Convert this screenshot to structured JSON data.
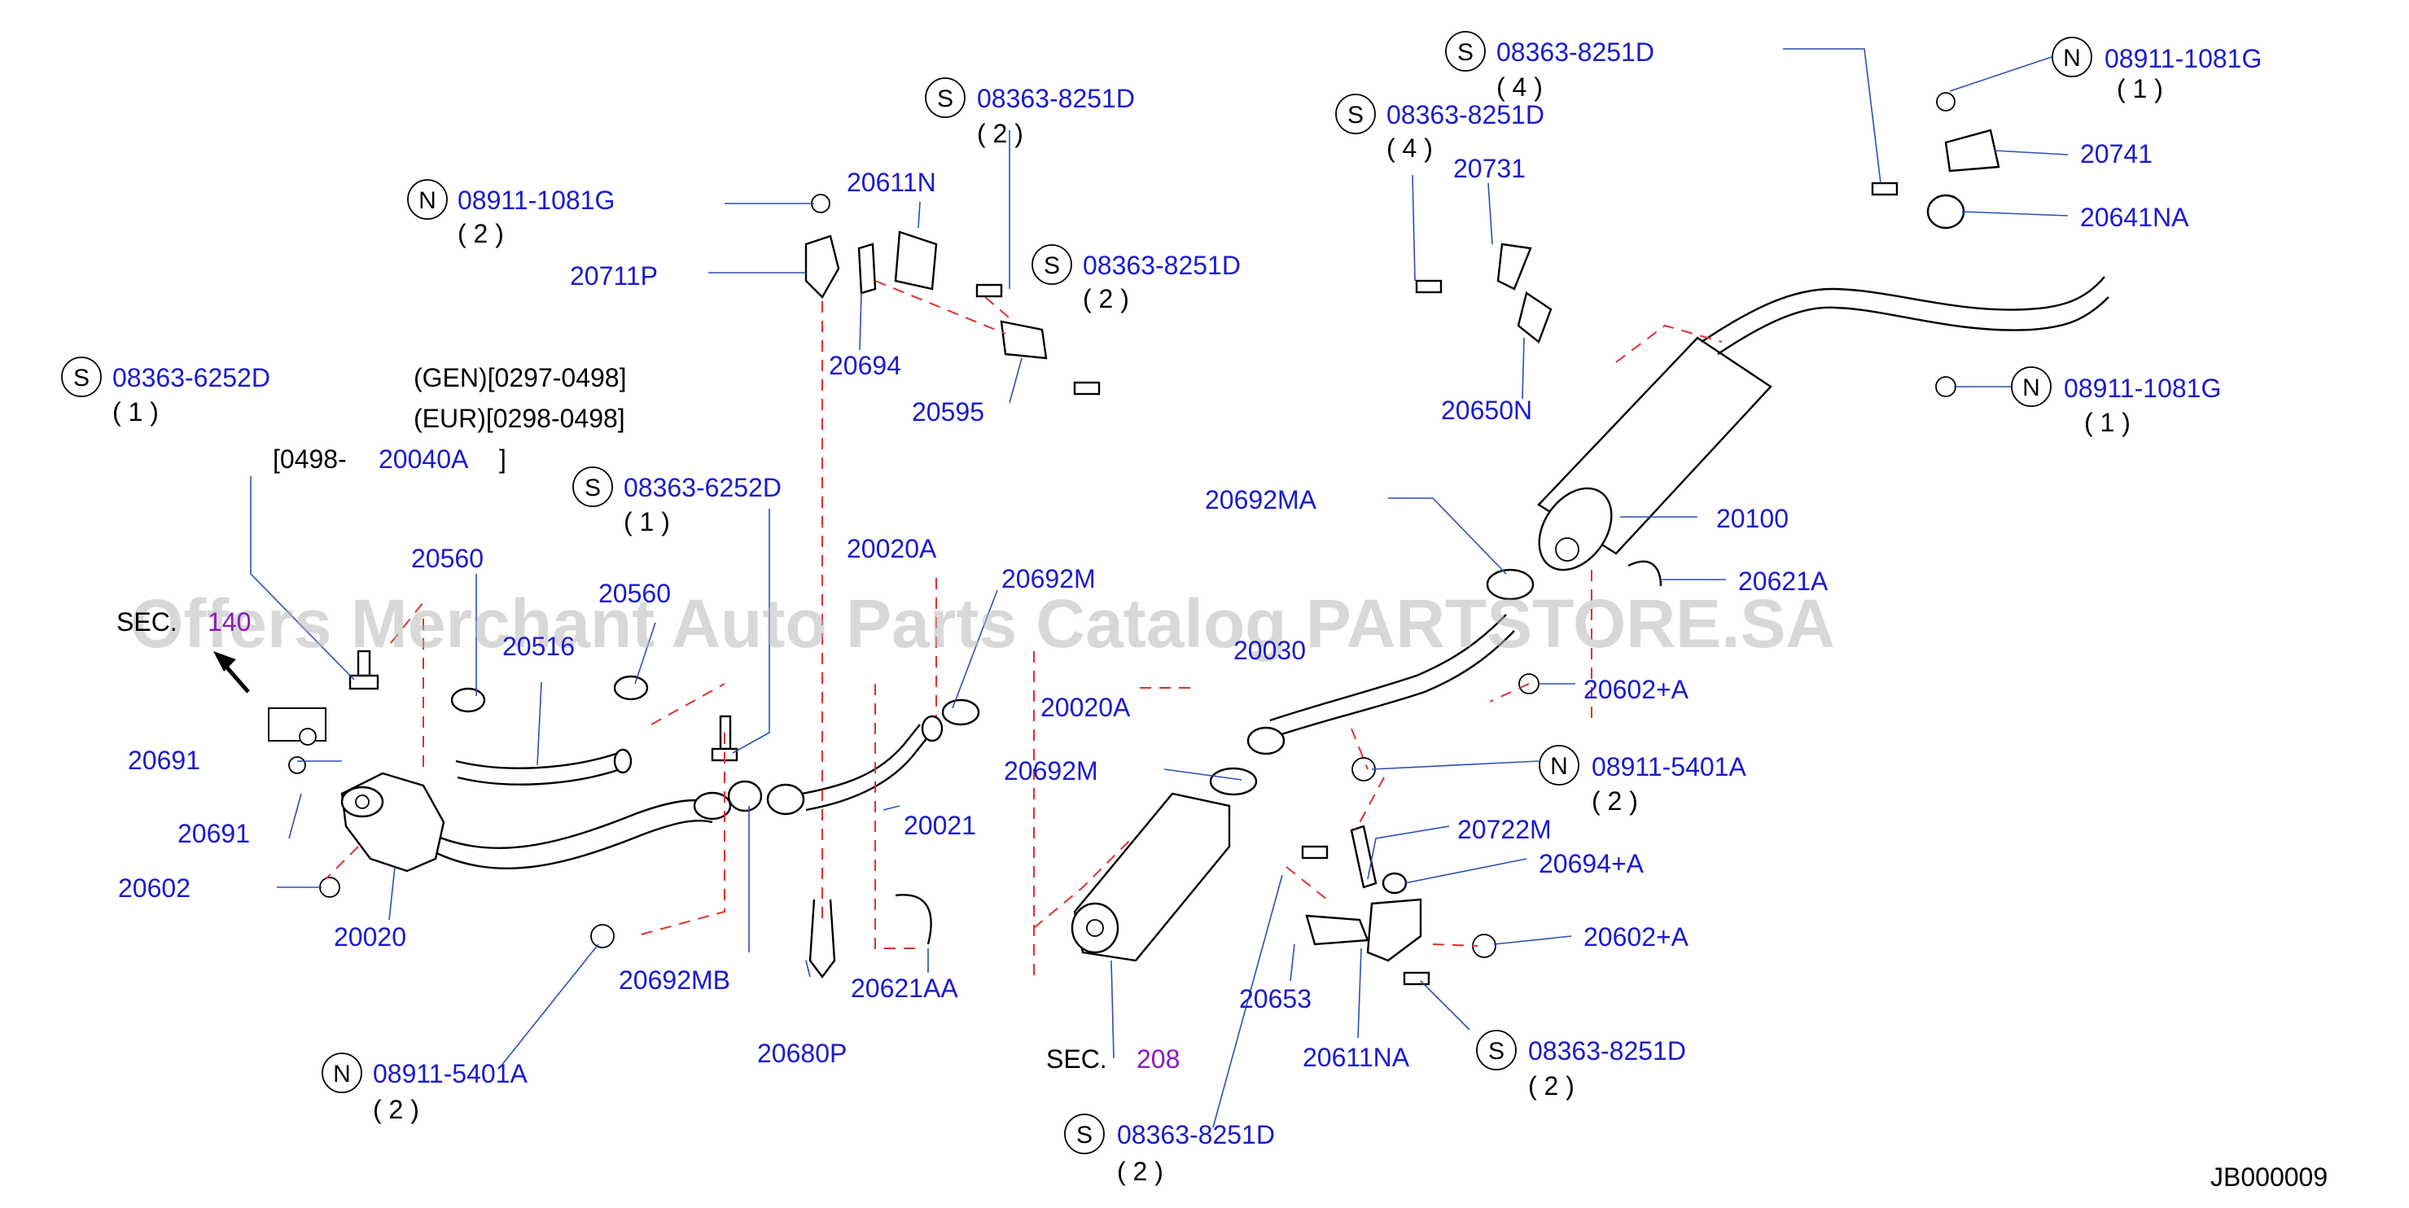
{
  "diagram_code": "JB000009",
  "watermark": "Offers Merchant Auto Parts Catalog PARTSTORE.SA",
  "sections": {
    "sec140": {
      "prefix": "SEC.",
      "number": "140"
    },
    "sec208": {
      "prefix": "SEC.",
      "number": "208"
    }
  },
  "applicability": {
    "gen": "(GEN)[0297-0498]",
    "eur": "(EUR)[0298-0498]",
    "from_prefix": "[0498-",
    "from_part": "20040A",
    "from_suffix": "]"
  },
  "fasteners": {
    "s_top_center": {
      "letter": "S",
      "code": "08363-8251D",
      "qty": "( 2 )"
    },
    "s_right_center": {
      "letter": "S",
      "code": "08363-8251D",
      "qty": "( 2 )"
    },
    "n_top_left": {
      "letter": "N",
      "code": "08911-1081G",
      "qty": "( 2 )"
    },
    "s_far_left": {
      "letter": "S",
      "code": "08363-6252D",
      "qty": "( 1 )"
    },
    "s_mid": {
      "letter": "S",
      "code": "08363-6252D",
      "qty": "( 1 )"
    },
    "s_top_right_a": {
      "letter": "S",
      "code": "08363-8251D",
      "qty": "( 4 )"
    },
    "s_top_right_b": {
      "letter": "S",
      "code": "08363-8251D",
      "qty": "( 4 )"
    },
    "n_top_far_right": {
      "letter": "N",
      "code": "08911-1081G",
      "qty": "( 1 )"
    },
    "n_right_mid": {
      "letter": "N",
      "code": "08911-1081G",
      "qty": "( 1 )"
    },
    "n_right_5401": {
      "letter": "N",
      "code": "08911-5401A",
      "qty": "( 2 )"
    },
    "s_lower_right": {
      "letter": "S",
      "code": "08363-8251D",
      "qty": "( 2 )"
    },
    "s_bottom_center": {
      "letter": "S",
      "code": "08363-8251D",
      "qty": "( 2 )"
    },
    "n_bottom_left": {
      "letter": "N",
      "code": "08911-5401A",
      "qty": "( 2 )"
    }
  },
  "parts": {
    "p20611N": "20611N",
    "p20711P": "20711P",
    "p20694": "20694",
    "p20595": "20595",
    "p20731": "20731",
    "p20650N": "20650N",
    "p20741": "20741",
    "p20641NA": "20641NA",
    "p20100": "20100",
    "p20692MA": "20692MA",
    "p20621A": "20621A",
    "p20560a": "20560",
    "p20560b": "20560",
    "p20516": "20516",
    "p20020A_top": "20020A",
    "p20692M_top": "20692M",
    "p20030": "20030",
    "p20602A_right": "20602+A",
    "p20020A_mid": "20020A",
    "p20692M_mid": "20692M",
    "p20691a": "20691",
    "p20691b": "20691",
    "p20602": "20602",
    "p20020": "20020",
    "p20021": "20021",
    "p20722M": "20722M",
    "p20694A": "20694+A",
    "p20602A_lower": "20602+A",
    "p20653": "20653",
    "p20611NA": "20611NA",
    "p20692MB": "20692MB",
    "p20621AA": "20621AA",
    "p20680P": "20680P"
  }
}
